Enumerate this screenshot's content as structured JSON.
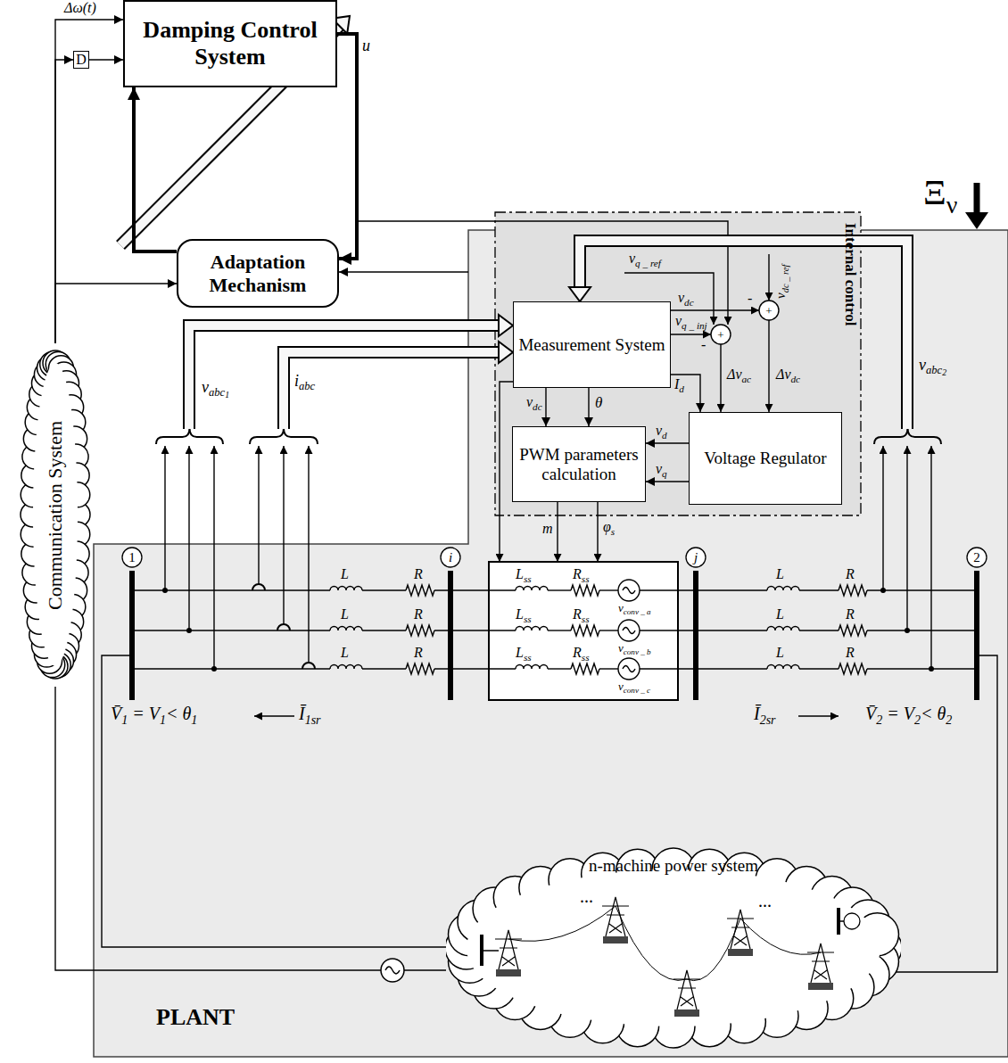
{
  "diagram": {
    "nodes": [
      {
        "text": [
          "Damping Control System"
        ]
      },
      {
        "text": [
          "D"
        ]
      },
      {
        "text": [
          "Adaptation Mechanism"
        ]
      },
      {
        "text": [
          "Communication System"
        ]
      },
      {
        "text": [
          "PLANT"
        ]
      },
      {
        "text": [
          "Internal control"
        ],
        "in": 4
      },
      {
        "text": [
          "Measurement System"
        ],
        "in": 5
      },
      {
        "text": [
          "PWM parameters calculation"
        ],
        "in": 5
      },
      {
        "text": [
          "Voltage Regulator"
        ],
        "in": 5
      },
      {
        "text": [
          "n-machine power system"
        ],
        "in": 4
      }
    ],
    "edges": [
      {
        "from": 3,
        "to": 0,
        "arrow": "to"
      },
      {
        "from": 3,
        "to": 1,
        "arrow": "to"
      },
      {
        "from": 1,
        "to": 0,
        "arrow": "to"
      },
      {
        "from": 3,
        "to": 2,
        "arrow": "to"
      },
      {
        "from": 0,
        "to": 2,
        "arrow": "to"
      },
      {
        "from": 2,
        "to": 0,
        "arrow": "to"
      },
      {
        "from": 4,
        "to": 2,
        "arrow": "to"
      },
      {
        "from": 6,
        "to": 7,
        "arrow": "to"
      },
      {
        "from": 6,
        "to": 7,
        "arrow": "to"
      },
      {
        "from": 6,
        "to": 8,
        "arrow": "to"
      },
      {
        "from": 8,
        "to": 7,
        "arrow": "to"
      },
      {
        "from": 8,
        "to": 7,
        "arrow": "to"
      },
      {
        "from": 9,
        "to": 3,
        "arrow": "none"
      }
    ],
    "labels": [
      "Δω(t)",
      "u",
      "Ξ",
      "ν",
      "v",
      "q _ ref",
      "v",
      "dc _ ref",
      "v",
      "dc",
      "v",
      "q _ inj",
      "+",
      "+",
      "-",
      "-",
      "Δv",
      "ac",
      "Δv",
      "dc",
      "I",
      "d",
      "v",
      "dc",
      "θ",
      "v",
      "d",
      "v",
      "q",
      "m",
      "φ",
      "s",
      "v",
      "abc",
      "1",
      "i",
      "abc",
      "v",
      "abc",
      "2",
      "1",
      "i",
      "j",
      "2",
      "L",
      "R",
      "L",
      "R",
      "L",
      "R",
      "L",
      "ss",
      "R",
      "ss",
      "v",
      "conv _ a",
      "L",
      "ss",
      "R",
      "ss",
      "v",
      "conv _ b",
      "L",
      "ss",
      "R",
      "ss",
      "v",
      "conv _ c",
      "L",
      "R",
      "L",
      "R",
      "L",
      "R",
      "V̄",
      "1",
      " = V",
      "1",
      "< θ",
      "1",
      "Ī",
      "1sr",
      "Ī",
      "2sr",
      "V̄",
      "2",
      " = V",
      "2",
      "< θ",
      "2",
      "...",
      "..."
    ]
  }
}
